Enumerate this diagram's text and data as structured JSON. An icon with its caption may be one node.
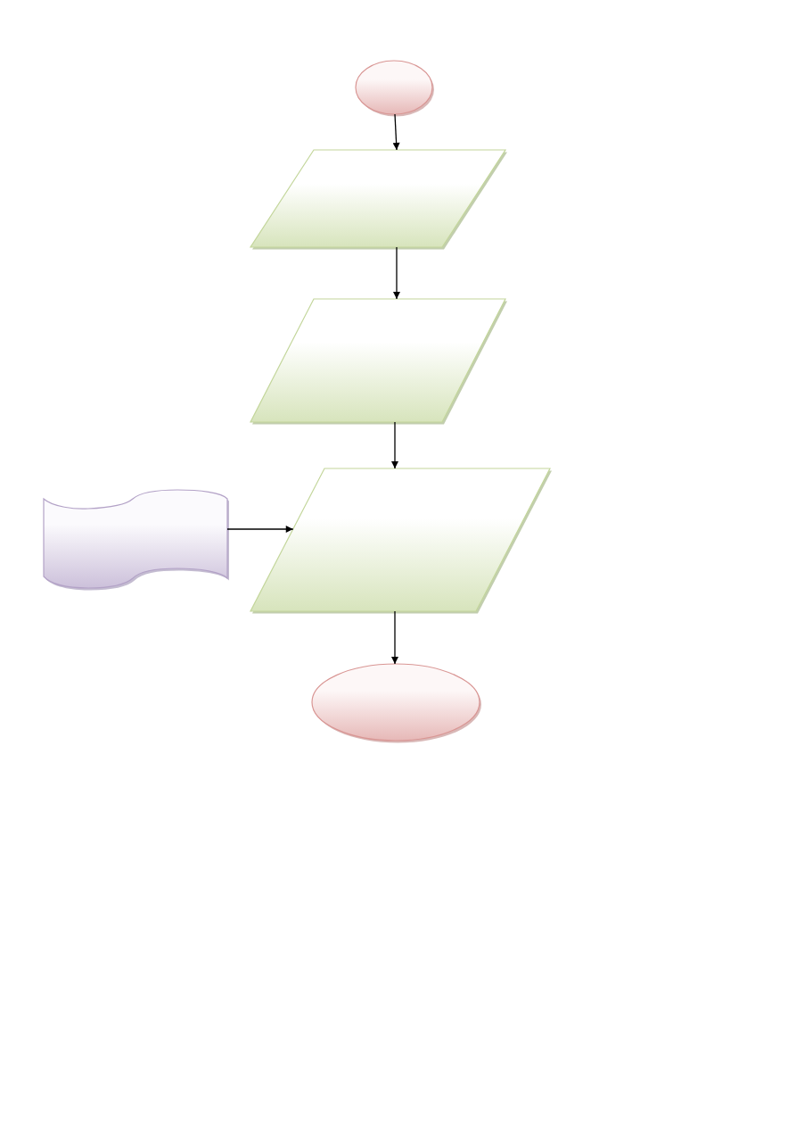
{
  "diagram": {
    "nodes": [
      {
        "text": [],
        "shape": "ellipse"
      },
      {
        "text": [],
        "shape": "parallelogram"
      },
      {
        "text": [],
        "shape": "parallelogram"
      },
      {
        "text": [],
        "shape": "tape"
      },
      {
        "text": [],
        "shape": "parallelogram"
      },
      {
        "text": [],
        "shape": "ellipse"
      }
    ],
    "edges": [
      {
        "from": 0,
        "to": 1,
        "arrow": "to"
      },
      {
        "from": 1,
        "to": 2,
        "arrow": "to"
      },
      {
        "from": 2,
        "to": 4,
        "arrow": "to"
      },
      {
        "from": 3,
        "to": 4,
        "arrow": "to"
      },
      {
        "from": 4,
        "to": 5,
        "arrow": "to"
      }
    ]
  }
}
